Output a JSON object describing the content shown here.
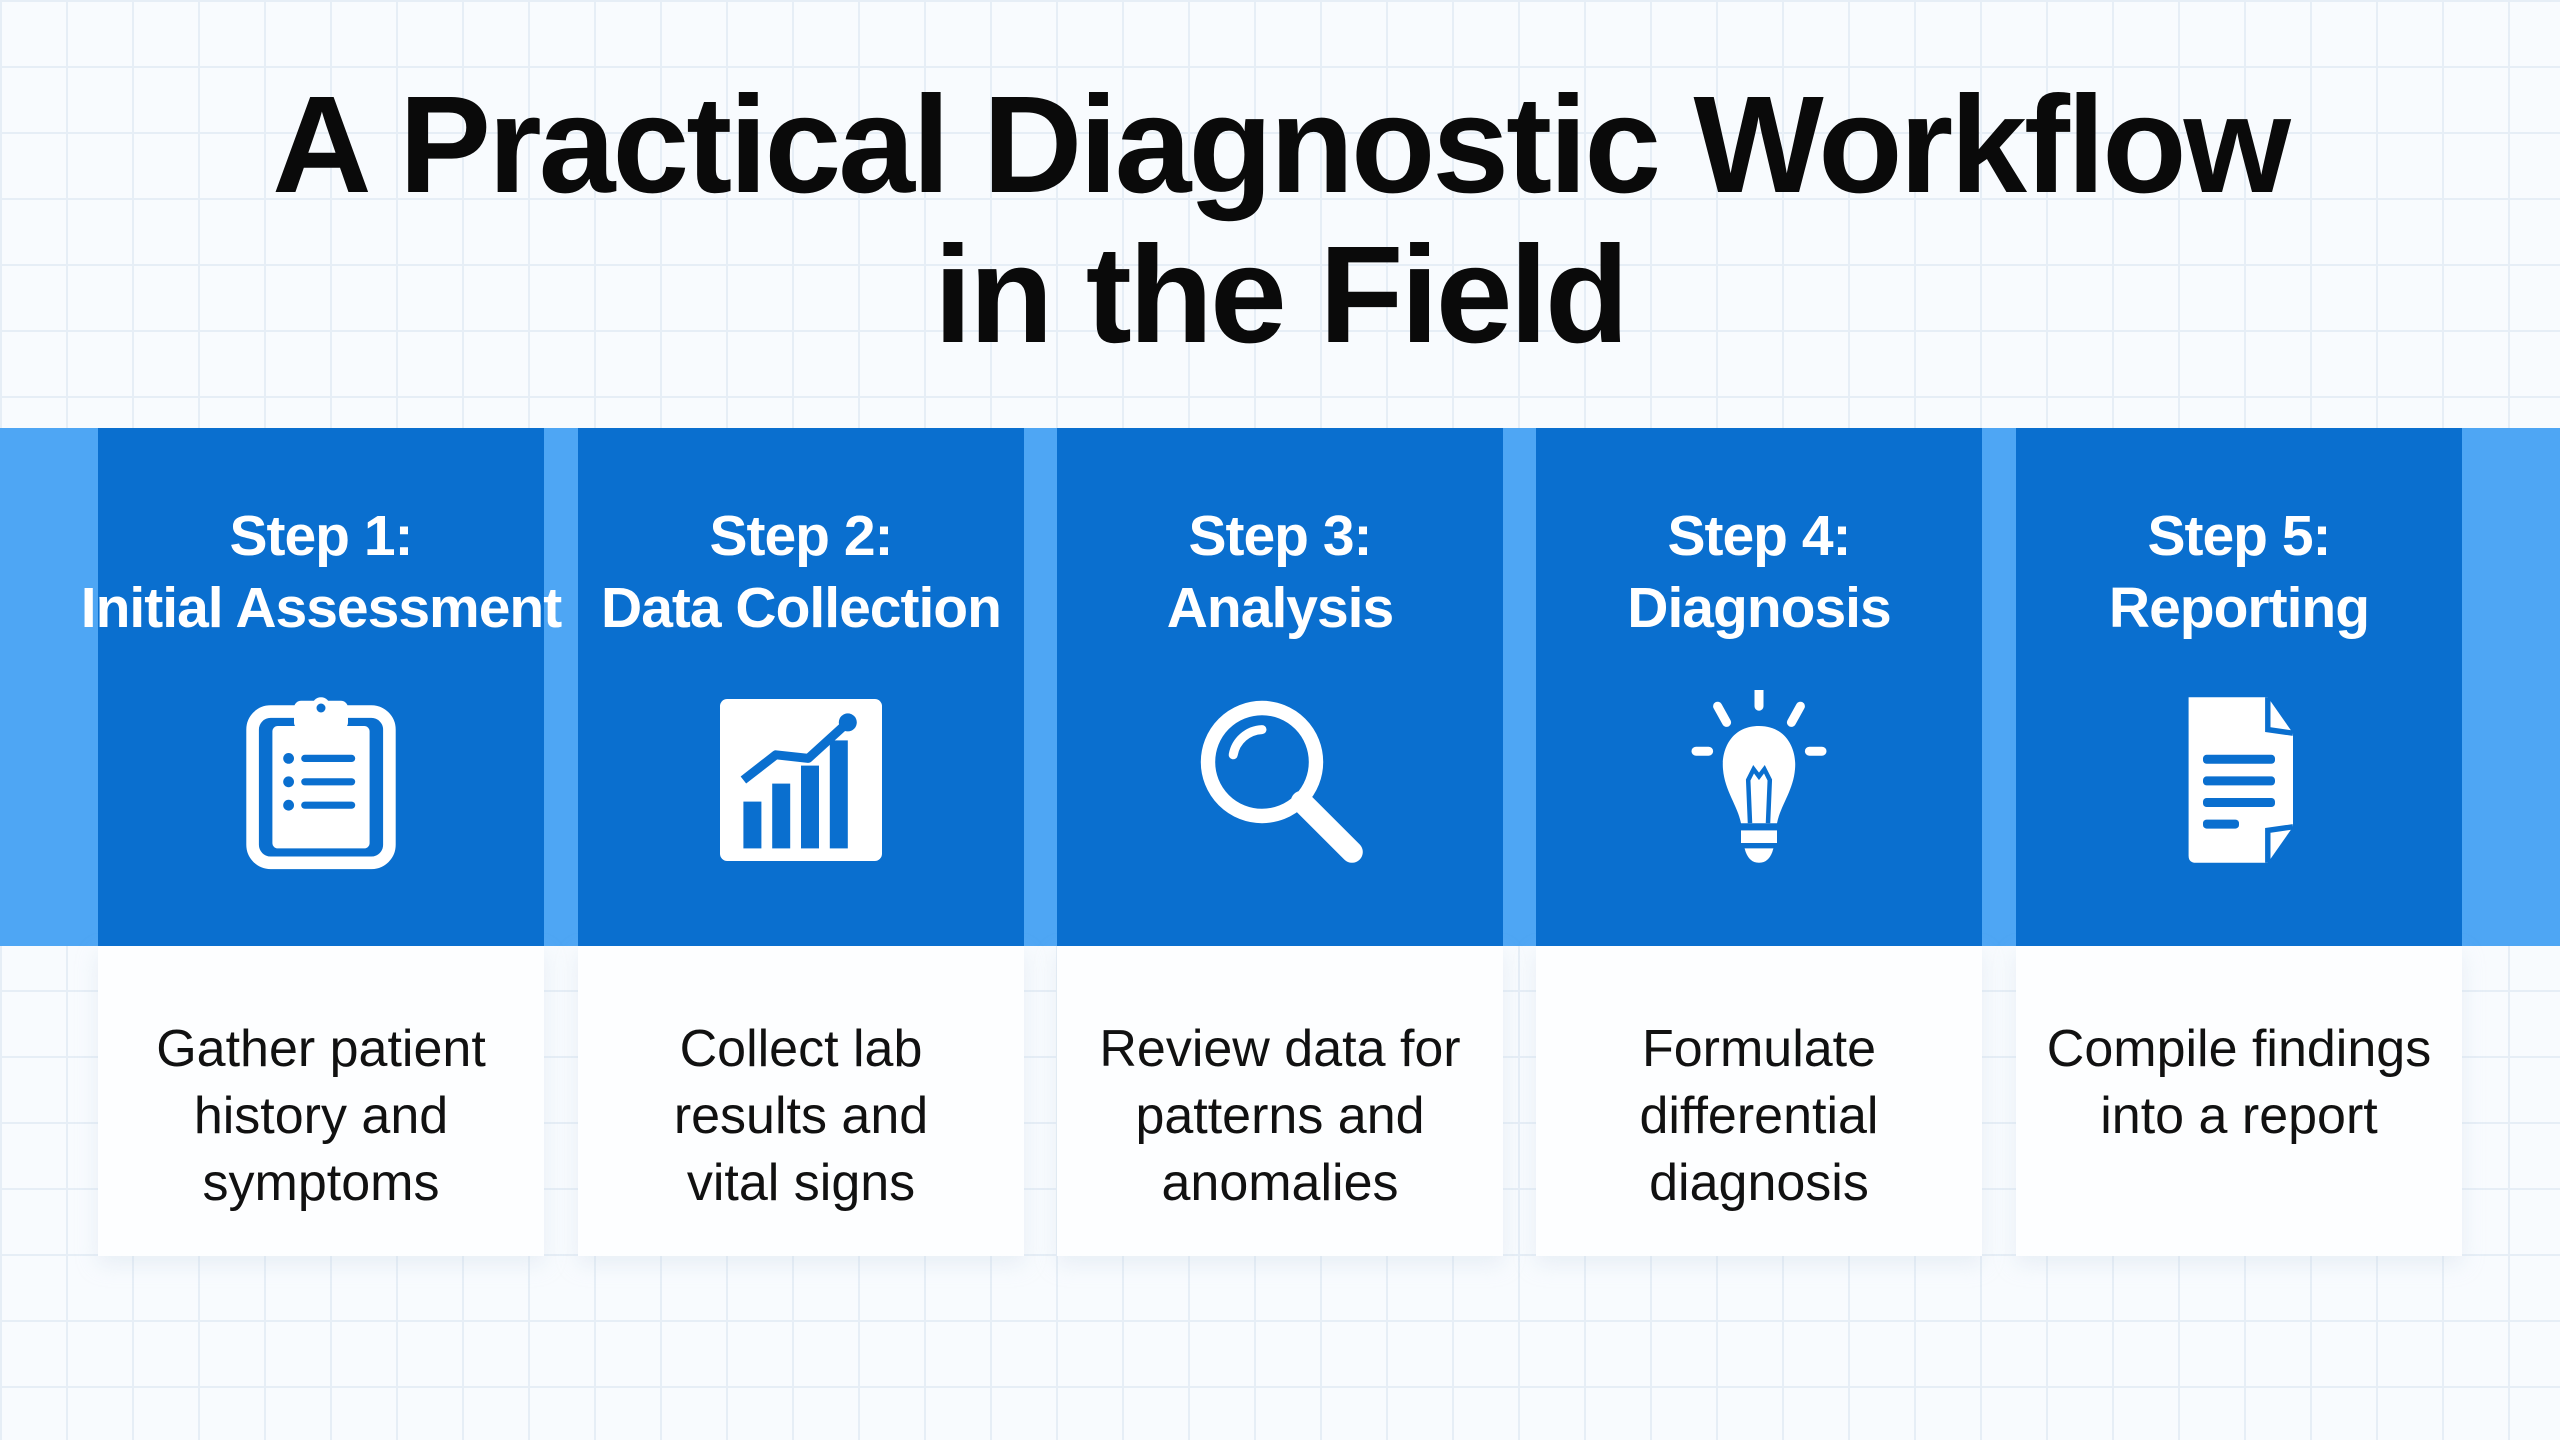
{
  "title": {
    "line1": "A Practical Diagnostic Workflow",
    "line2": "in the Field"
  },
  "colors": {
    "card": "#0a6fcf",
    "band": "#4ea6f4"
  },
  "steps": [
    {
      "step": "Step 1:",
      "name": "Initial Assessment",
      "icon": "clipboard-icon",
      "desc": [
        "Gather patient",
        "history and",
        "symptoms"
      ]
    },
    {
      "step": "Step 2:",
      "name": "Data Collection",
      "icon": "bar-chart-icon",
      "desc": [
        "Collect lab",
        "results and",
        "vital signs"
      ]
    },
    {
      "step": "Step 3:",
      "name": "Analysis",
      "icon": "magnifier-icon",
      "desc": [
        "Review data for",
        "patterns and",
        "anomalies"
      ]
    },
    {
      "step": "Step 4:",
      "name": "Diagnosis",
      "icon": "lightbulb-icon",
      "desc": [
        "Formulate",
        "differential",
        "diagnosis"
      ]
    },
    {
      "step": "Step 5:",
      "name": "Reporting",
      "icon": "document-icon",
      "desc": [
        "Compile findings",
        "into a report"
      ]
    }
  ]
}
